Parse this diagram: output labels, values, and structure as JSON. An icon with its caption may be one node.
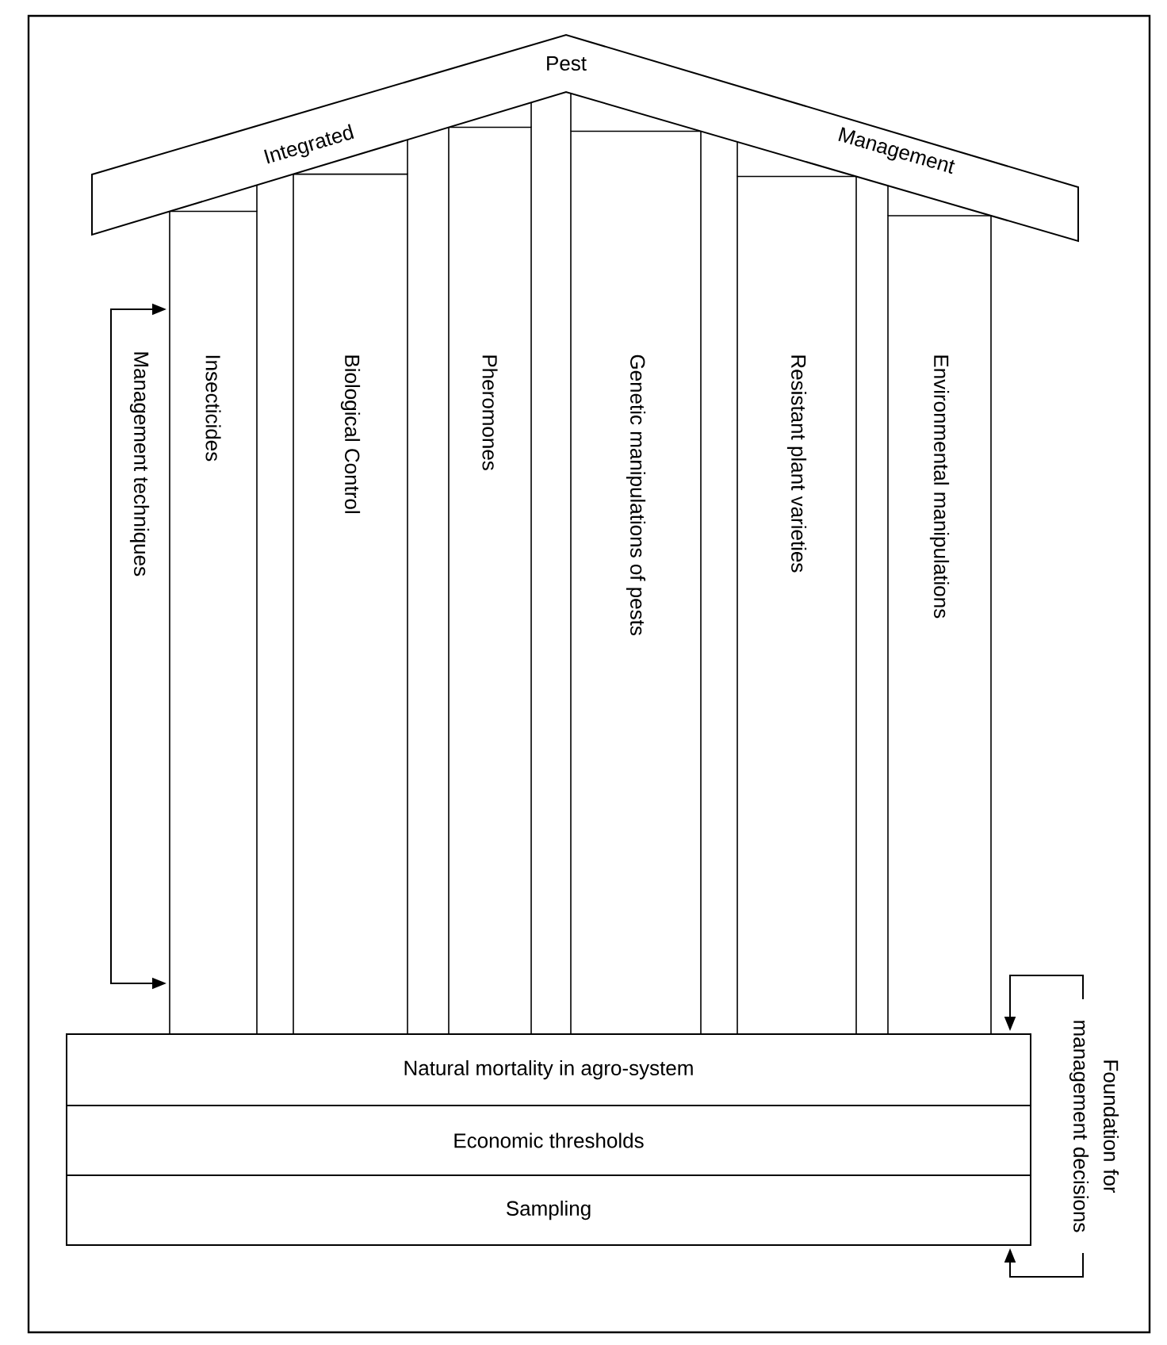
{
  "diagram": {
    "nodes": [
      {
        "text": [
          "Integrated",
          "Pest",
          "Management"
        ]
      },
      {
        "text": [
          "Insecticides"
        ]
      },
      {
        "text": [
          "Biological Control"
        ]
      },
      {
        "text": [
          "Pheromones"
        ]
      },
      {
        "text": [
          "Genetic manipulations of pests"
        ]
      },
      {
        "text": [
          "Resistant plant varieties"
        ]
      },
      {
        "text": [
          "Environmental manipulations"
        ]
      },
      {
        "text": [
          "Natural mortality in agro-system"
        ]
      },
      {
        "text": [
          "Economic thresholds"
        ]
      },
      {
        "text": [
          "Sampling"
        ]
      }
    ],
    "labels": [
      "Management techniques",
      "Foundation for management decisions"
    ]
  }
}
